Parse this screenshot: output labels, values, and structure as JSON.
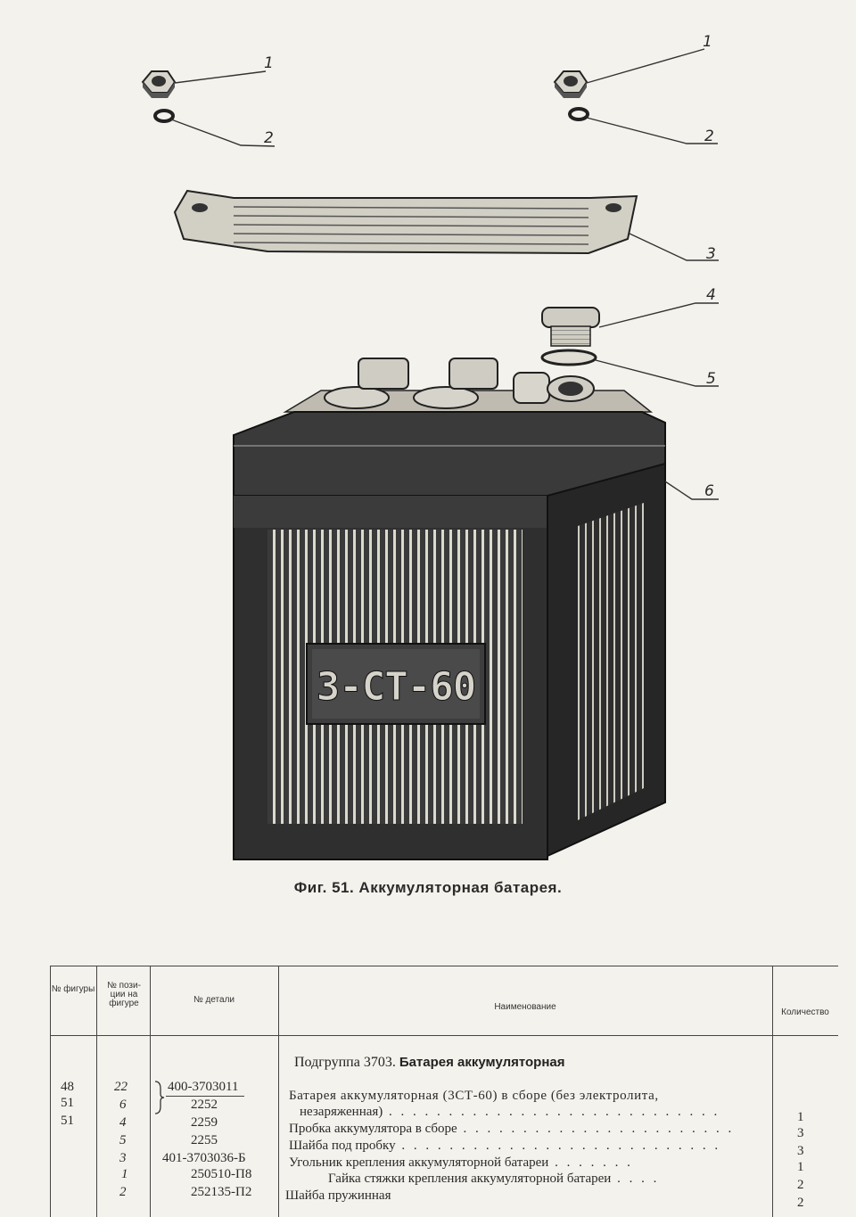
{
  "figure": {
    "caption": "Фиг. 51. Аккумуляторная батарея.",
    "callouts": [
      "1",
      "2",
      "1",
      "2",
      "3",
      "4",
      "5",
      "6"
    ],
    "battery_marking": "3-СТ-60"
  },
  "table": {
    "headers": {
      "figure_no": "№ фигуры",
      "position_no": "№ пози-ции на фигуре",
      "part_no": "№ детали",
      "name": "Наименование",
      "quantity": "Количество"
    },
    "subgroup_label": "Подгруппа 3703.",
    "subgroup_title": "Батарея аккумуляторная",
    "figure_column": [
      "48",
      "51",
      "51"
    ],
    "rows": [
      {
        "pos": "22",
        "part": "400-3703011",
        "name": "Батарея аккумуляторная (3СТ-60) в сборе (без электролита,",
        "qty": ""
      },
      {
        "pos": "6",
        "part": "2252",
        "name": "незаряженная)",
        "qty": "1"
      },
      {
        "pos": "4",
        "part": "2259",
        "name": "Пробка аккумулятора в сборе",
        "qty": "3"
      },
      {
        "pos": "5",
        "part": "2255",
        "name": "Шайба под пробку",
        "qty": "3"
      },
      {
        "pos": "3",
        "part": "401-3703036-Б",
        "name": "Угольник крепления аккумуляторной батареи",
        "qty": "1"
      },
      {
        "pos": "1",
        "part": "250510-П8",
        "name": "Гайка стяжки крепления аккумуляторной батареи",
        "qty": "2"
      },
      {
        "pos": "2",
        "part": "252135-П2",
        "name": "Шайба пружинная",
        "qty": "2"
      }
    ]
  }
}
